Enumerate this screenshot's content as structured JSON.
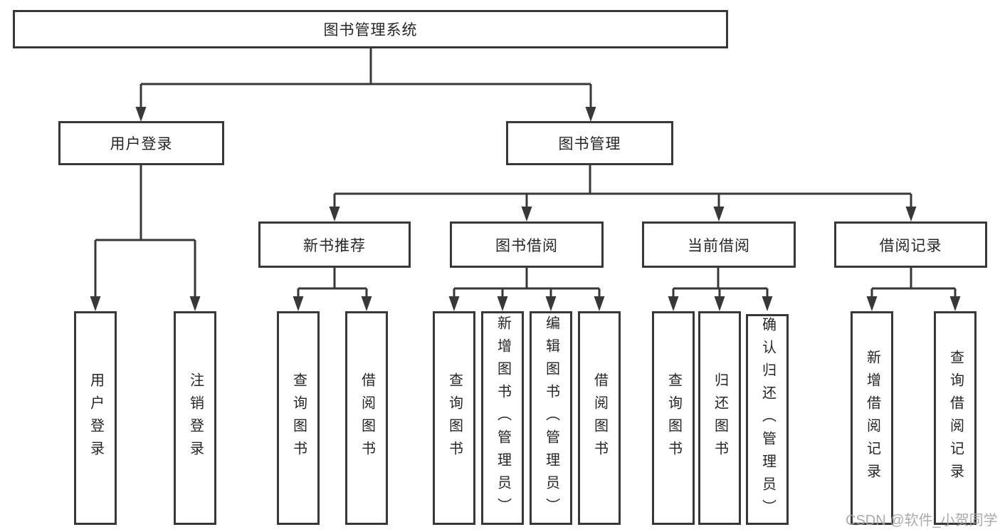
{
  "colors": {
    "line": "#383838",
    "box_border": "#383838",
    "text": "#262626",
    "background": "#ffffff",
    "watermark": "#a2a2a2"
  },
  "tree": {
    "root": "图书管理系统",
    "branches": [
      {
        "label": "用户登录",
        "children": [
          "用户登录",
          "注销登录"
        ]
      },
      {
        "label": "图书管理",
        "children": [
          {
            "label": "新书推荐",
            "children": [
              "查询图书",
              "借阅图书"
            ]
          },
          {
            "label": "图书借阅",
            "children": [
              "查询图书",
              "新增图书（管理员）",
              "编辑图书（管理员）",
              "借阅图书"
            ]
          },
          {
            "label": "当前借阅",
            "children": [
              "查询图书",
              "归还图书",
              "确认归还（管理员）"
            ]
          },
          {
            "label": "借阅记录",
            "children": [
              "新增借阅记录",
              "查询借阅记录"
            ]
          }
        ]
      }
    ]
  },
  "watermark": {
    "text": "CSDN @软件_小贺同学"
  }
}
